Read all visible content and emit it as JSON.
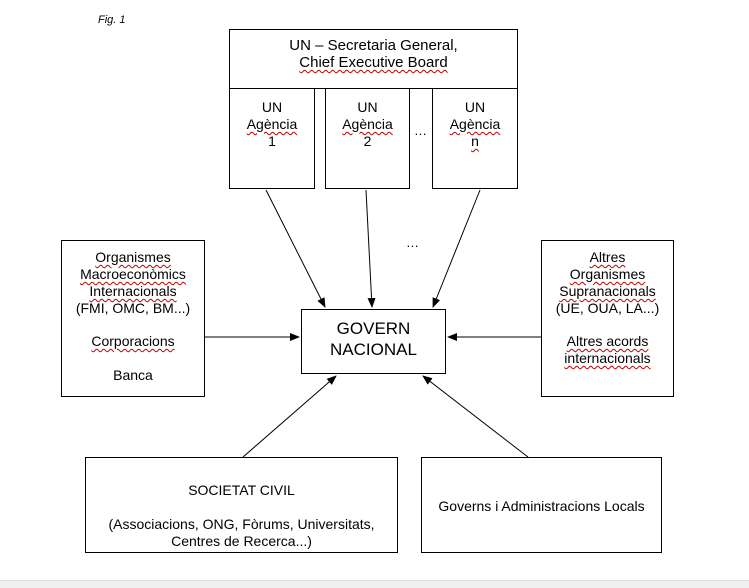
{
  "figure_label": "Fig. 1",
  "un_secretariat": {
    "line1": "UN – Secretaria General,",
    "line2": "Chief Executive Board"
  },
  "agencies": [
    {
      "l1": "UN",
      "l2": "Agència",
      "l3": "1"
    },
    {
      "l1": "UN",
      "l2": "Agència",
      "l3": "2"
    },
    {
      "l1": "UN",
      "l2": "Agència",
      "l3": "n"
    }
  ],
  "agency_ellipsis": "…",
  "middle_ellipsis": "…",
  "left_box": {
    "l1": "Organismes",
    "l2": "Macroeconòmics",
    "l3": "Internacionals",
    "l4": "(FMI, OMC, BM...)",
    "l5": "Corporacions",
    "l6": "Banca"
  },
  "right_box": {
    "l1": "Altres",
    "l2": "Organismes",
    "l3": "Supranacionals",
    "l4": "(UE, OUA, LA...)",
    "l5": "Altres acords",
    "l6": "internacionals"
  },
  "center_box": {
    "l1": "GOVERN",
    "l2": "NACIONAL"
  },
  "civil_society": {
    "l1": "SOCIETAT CIVIL",
    "l2": "(Associacions, ONG, Fòrums, Universitats,",
    "l3": "Centres de Recerca...)"
  },
  "local_governments": {
    "l1": "Governs i Administracions Locals"
  }
}
